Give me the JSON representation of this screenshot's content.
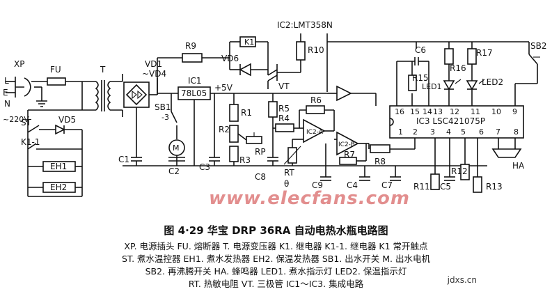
{
  "diagram": {
    "labels": {
      "ic2_title": "IC2:LMT358N",
      "xp": "XP",
      "l": "L",
      "e": "E",
      "n": "N",
      "v220": "~220V",
      "fu": "FU",
      "t": "T",
      "vd1": "VD1",
      "vd4": "~VD4",
      "r9": "R9",
      "k1": "K1",
      "vd6": "VD6",
      "r10": "R10",
      "vt": "VT",
      "ic1": "IC1",
      "ic1_part": "78L05",
      "plus5v": "+5V",
      "st": "ST",
      "vd5": "VD5",
      "k1_1": "K1-1",
      "eh1": "EH1",
      "eh2": "EH2",
      "sb1": "SB1",
      "sb1_sub": "-3",
      "m": "M",
      "c1": "C1",
      "c2": "C2",
      "c3": "C3",
      "r1": "R1",
      "r2": "R2",
      "r3": "R3",
      "r4": "R4",
      "r5": "R5",
      "r6": "R6",
      "rp": "RP",
      "c8": "C8",
      "rt": "RT",
      "theta": "θ",
      "ic2a": "IC2-A",
      "ic2b": "IC2-B",
      "r7": "R7",
      "r8": "R8",
      "c9": "C9",
      "c4": "C4",
      "c7": "C7",
      "c6": "C6",
      "r15": "R15",
      "r16": "R16",
      "r17": "R17",
      "led1": "LED1",
      "led2": "LED2",
      "sb2": "SB2",
      "ic3": "IC3 LSC421075P",
      "pins_top": [
        "16",
        "15",
        "14",
        "13",
        "12",
        "11",
        "10",
        "9"
      ],
      "pins_bottom": [
        "1",
        "2",
        "3",
        "4",
        "5",
        "6",
        "7",
        "8"
      ],
      "ha": "HA",
      "r11": "R11",
      "c5": "C5",
      "r12": "R12",
      "r13": "R13"
    },
    "watermark": "www.elecfans.com",
    "caption": "图 4·29   华宝 DRP 36RA 自动电热水瓶电路图",
    "legend_lines": [
      "XP. 电源插头   FU. 熔断器   T. 电源变压器   K1. 继电器   K1-1. 继电器 K1 常开触点",
      "ST. 煮水温控器   EH1. 煮水发热器   EH2. 保温发热器   SB1. 出水开关   M. 出水电机",
      "SB2. 再沸腾开关   HA. 蜂鸣器   LED1. 煮水指示灯   LED2. 保温指示灯",
      "RT. 热敏电阻   VT. 三极管   IC1～IC3. 集成电路"
    ],
    "corner_mark": "jdxs.cn"
  }
}
